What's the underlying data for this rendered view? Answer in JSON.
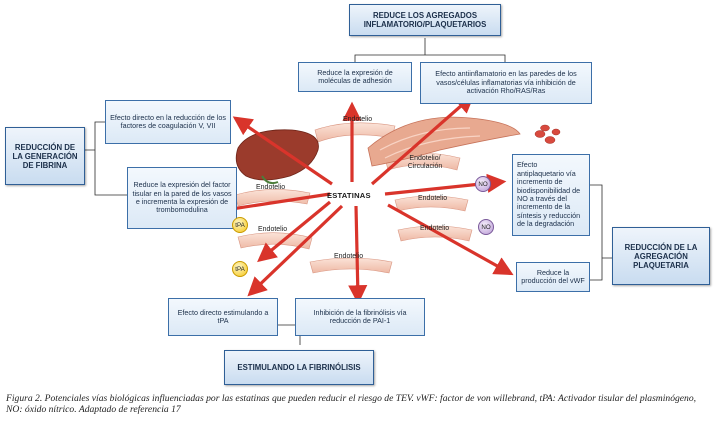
{
  "diagram": {
    "center_label": "ESTATINAS",
    "top_heading": "REDUCE LOS AGREGADOS INFLAMATORIO/PLAQUETARIOS",
    "left_heading": "REDUCCIÓN DE LA GENERACIÓN DE FIBRINA",
    "right_heading": "REDUCCIÓN DE LA AGREGACIÓN PLAQUETARIA",
    "bottom_heading": "ESTIMULANDO LA FIBRINÓLISIS",
    "boxes": {
      "adhesion": "Reduce la expresión de moléculas de adhesión",
      "antiinflam": "Efecto antiinflamatorio en las paredes de los vasos/células inflamatorias vía inhibición de activación Rho/RAS/Ras",
      "coag_factors": "Efecto directo en la reducción de los factores de coagulación V, VII",
      "tissue_factor": "Reduce la expresión del factor tisular en la pared de los vasos e incrementa la expresión de trombomodulina",
      "antiplatelet": "Efecto antiplaquetario vía incremento de biodisponibilidad de NO a través del incremento de la síntesis y reducción de la degradación",
      "vwf": "Reduce la producción del vWF",
      "tpa_direct": "Efecto directo estimulando a tPA",
      "pai": "Inhibición de la fibrinólisis vía reducción de PAI-1"
    },
    "labels": {
      "endotelio": "Endotelio",
      "endotelio_circ": "Endotelio/ Circulación",
      "tpa": "tPA",
      "no": "NO"
    }
  },
  "caption": "Figura 2. Potenciales vías biológicas influenciadas por las estatinas que pueden reducir el riesgo de TEV. vWF: factor de von willebrand, tPA: Activador tisular del plasminógeno, NO: óxido nítrico. Adaptado de referencia 17",
  "colors": {
    "arrow": "#d9342b",
    "box_border": "#3c6fa8",
    "vessel": "#f3c9b8"
  }
}
